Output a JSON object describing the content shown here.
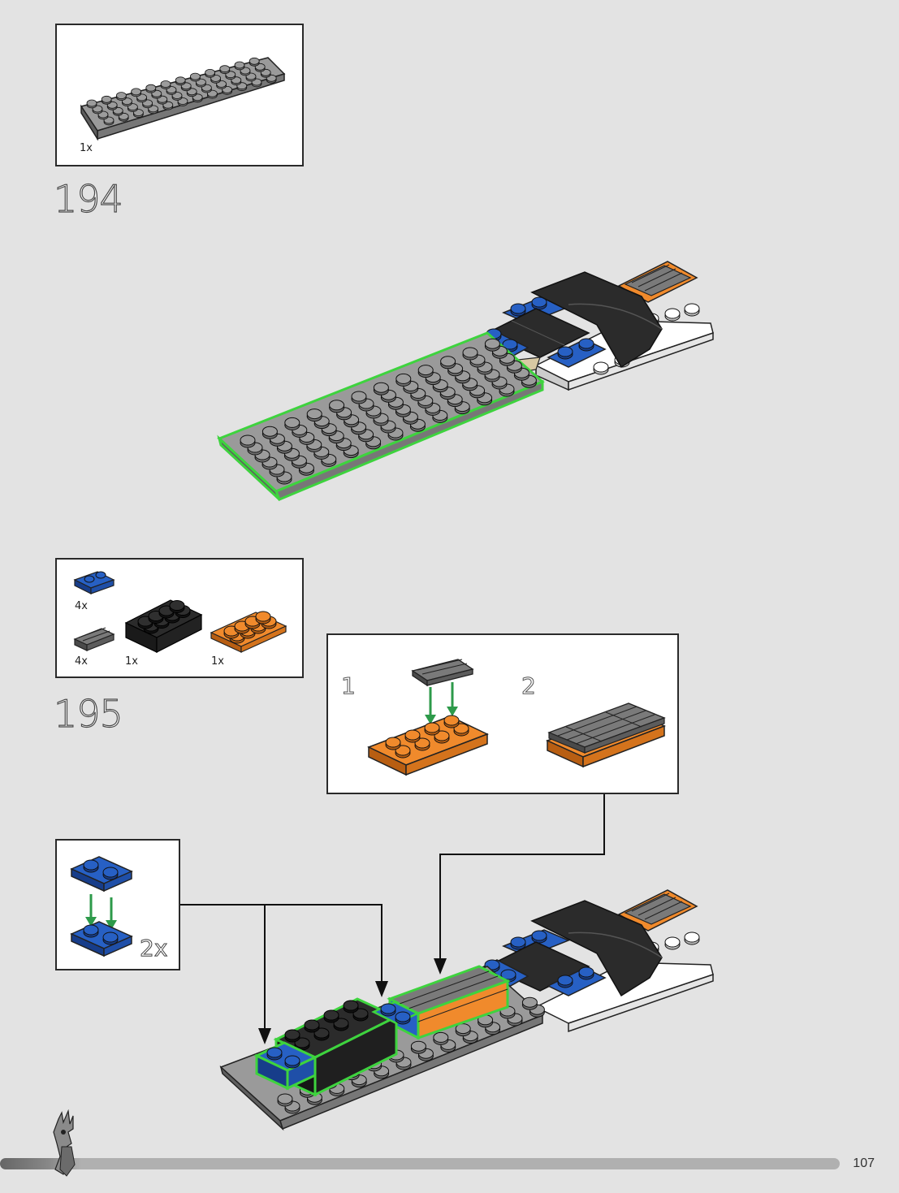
{
  "step194": {
    "number": "194",
    "parts": [
      {
        "qty": "1x",
        "color": "light-gray",
        "desc": "plate"
      }
    ]
  },
  "step195": {
    "number": "195",
    "parts": [
      {
        "qty": "4x",
        "color": "blue"
      },
      {
        "qty": "4x",
        "color": "dark-gray"
      },
      {
        "qty": "1x",
        "color": "black"
      },
      {
        "qty": "1x",
        "color": "orange"
      }
    ],
    "subassembly": {
      "sub1": "1",
      "sub2": "2"
    },
    "callout_qty": "2x"
  },
  "page": {
    "number": "107"
  },
  "colors": {
    "gray": "#9a9a9a",
    "blue": "#2760c4",
    "orange": "#f08a2c",
    "black": "#2b2b2b",
    "highlight": "#3ed33e",
    "arrow_green": "#2d9a4a"
  }
}
